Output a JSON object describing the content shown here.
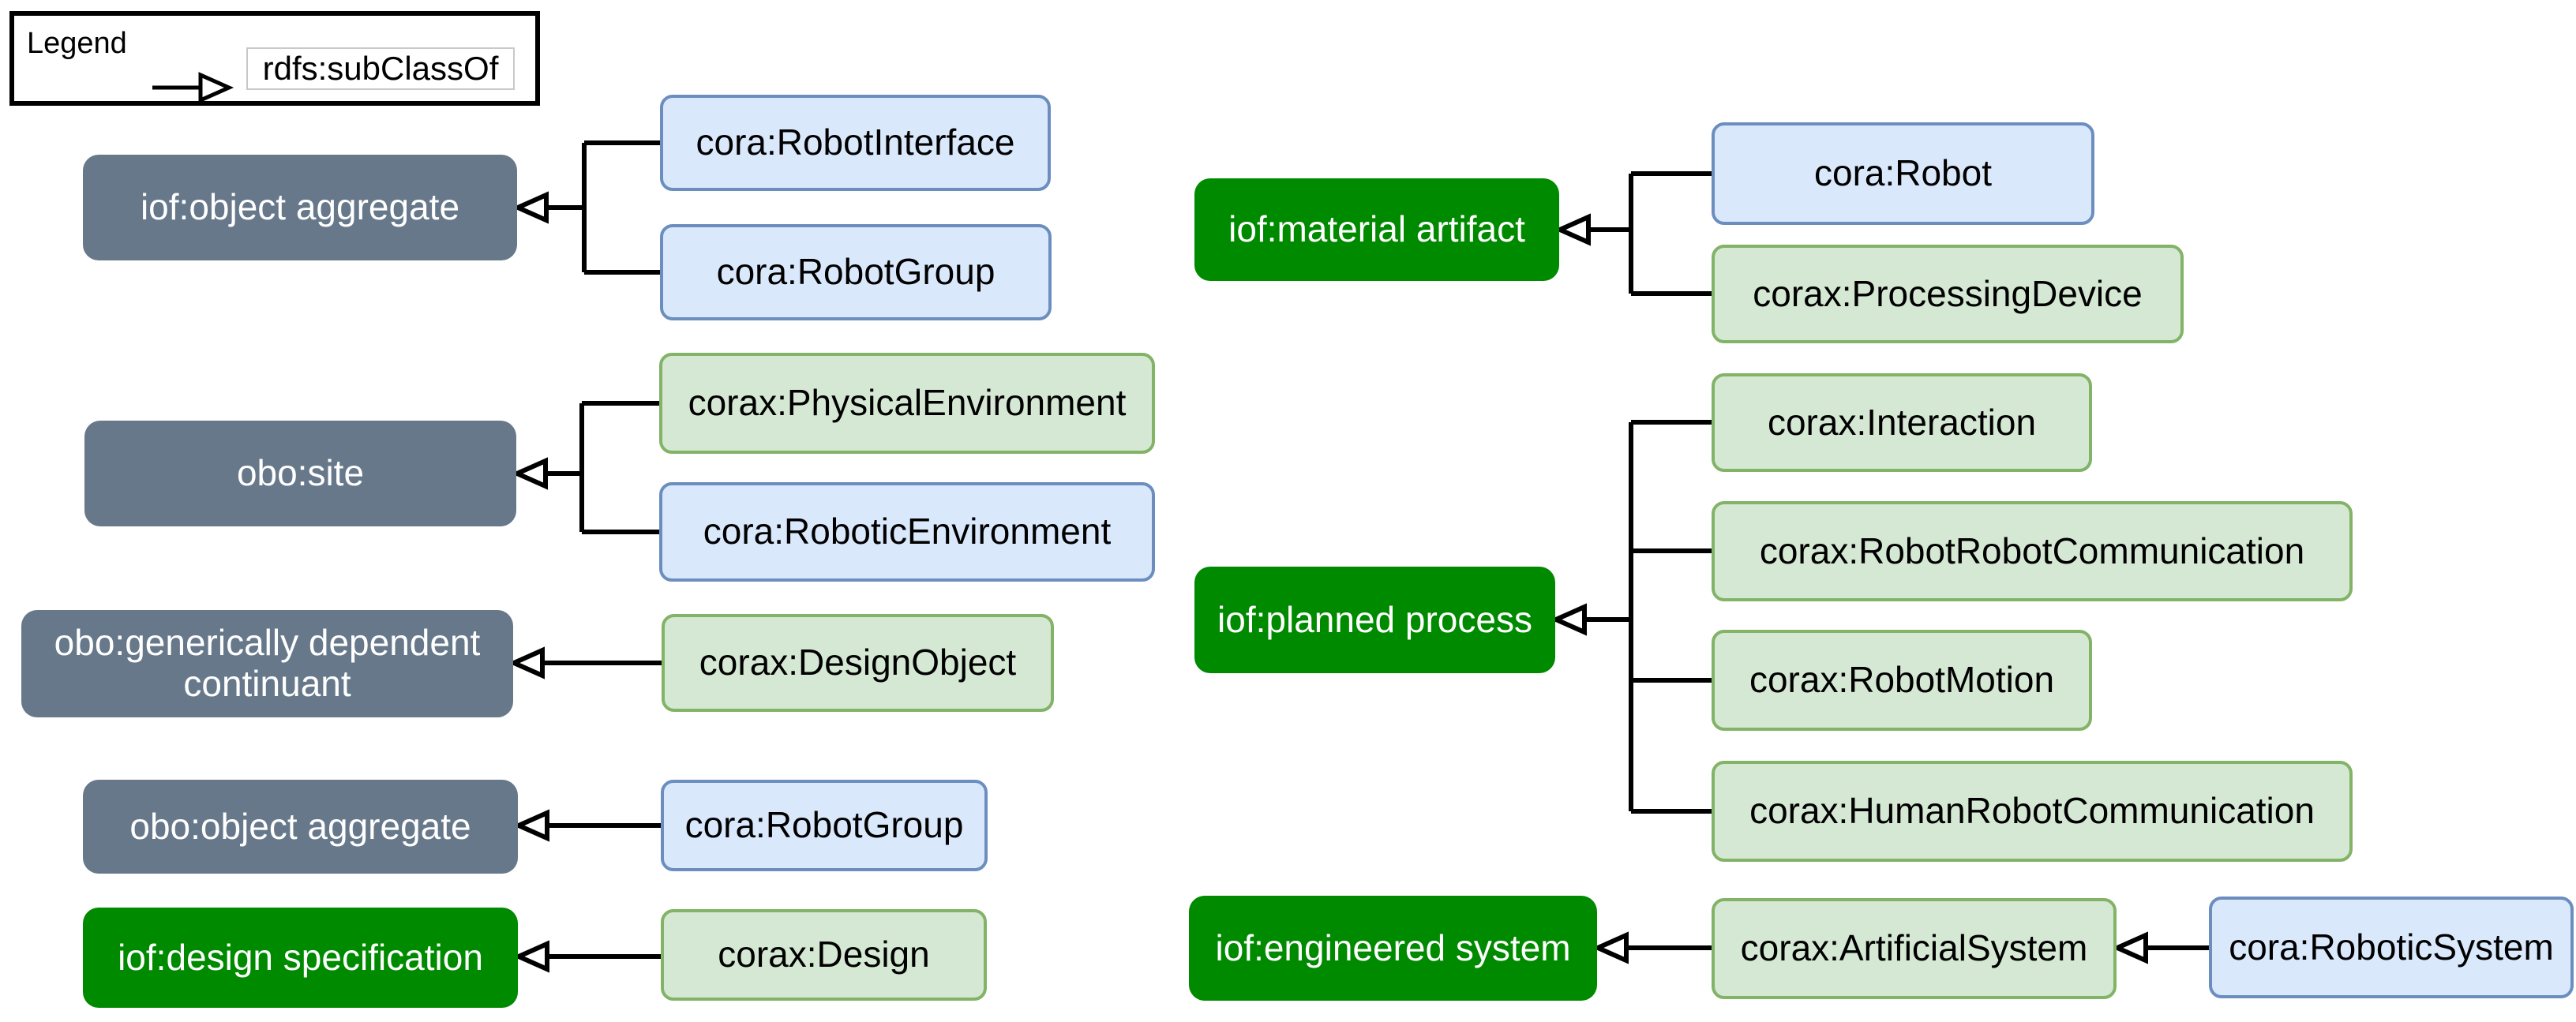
{
  "legend": {
    "title": "Legend",
    "edge_label": "rdfs:subClassOf"
  },
  "palette": {
    "gray-fill": "#66788a",
    "green-fill": "#008a00",
    "blue-fill": "#dae8fc",
    "blue-stroke": "#6c8ebf",
    "lgreen-fill": "#d5e8d4",
    "lgreen-stroke": "#82b366",
    "edge": "#000000",
    "bg": "#ffffff"
  },
  "edge_relation": "rdfs:subClassOf",
  "groups": [
    {
      "parent": {
        "label": "iof:object aggregate",
        "color": "gray"
      },
      "children": [
        {
          "label": "cora:RobotInterface",
          "color": "blue"
        },
        {
          "label": "cora:RobotGroup",
          "color": "blue"
        }
      ]
    },
    {
      "parent": {
        "label": "obo:site",
        "color": "gray"
      },
      "children": [
        {
          "label": "corax:PhysicalEnvironment",
          "color": "lightgreen"
        },
        {
          "label": "cora:RoboticEnvironment",
          "color": "blue"
        }
      ]
    },
    {
      "parent": {
        "label": "obo:generically dependent continuant",
        "color": "gray"
      },
      "children": [
        {
          "label": "corax:DesignObject",
          "color": "lightgreen"
        }
      ]
    },
    {
      "parent": {
        "label": "obo:object aggregate",
        "color": "gray"
      },
      "children": [
        {
          "label": "cora:RobotGroup",
          "color": "blue"
        }
      ]
    },
    {
      "parent": {
        "label": "iof:design specification",
        "color": "green"
      },
      "children": [
        {
          "label": "corax:Design",
          "color": "lightgreen"
        }
      ]
    },
    {
      "parent": {
        "label": "iof:material artifact",
        "color": "green"
      },
      "children": [
        {
          "label": "cora:Robot",
          "color": "blue"
        },
        {
          "label": "corax:ProcessingDevice",
          "color": "lightgreen"
        }
      ]
    },
    {
      "parent": {
        "label": "iof:planned process",
        "color": "green"
      },
      "children": [
        {
          "label": "corax:Interaction",
          "color": "lightgreen"
        },
        {
          "label": "corax:RobotRobotCommunication",
          "color": "lightgreen"
        },
        {
          "label": "corax:RobotMotion",
          "color": "lightgreen"
        },
        {
          "label": "corax:HumanRobotCommunication",
          "color": "lightgreen"
        }
      ]
    },
    {
      "parent": {
        "label": "iof:engineered system",
        "color": "green"
      },
      "children": [
        {
          "label": "corax:ArtificialSystem",
          "color": "lightgreen"
        }
      ],
      "grandchildren": [
        {
          "label": "cora:RoboticSystem",
          "color": "blue"
        }
      ]
    }
  ]
}
